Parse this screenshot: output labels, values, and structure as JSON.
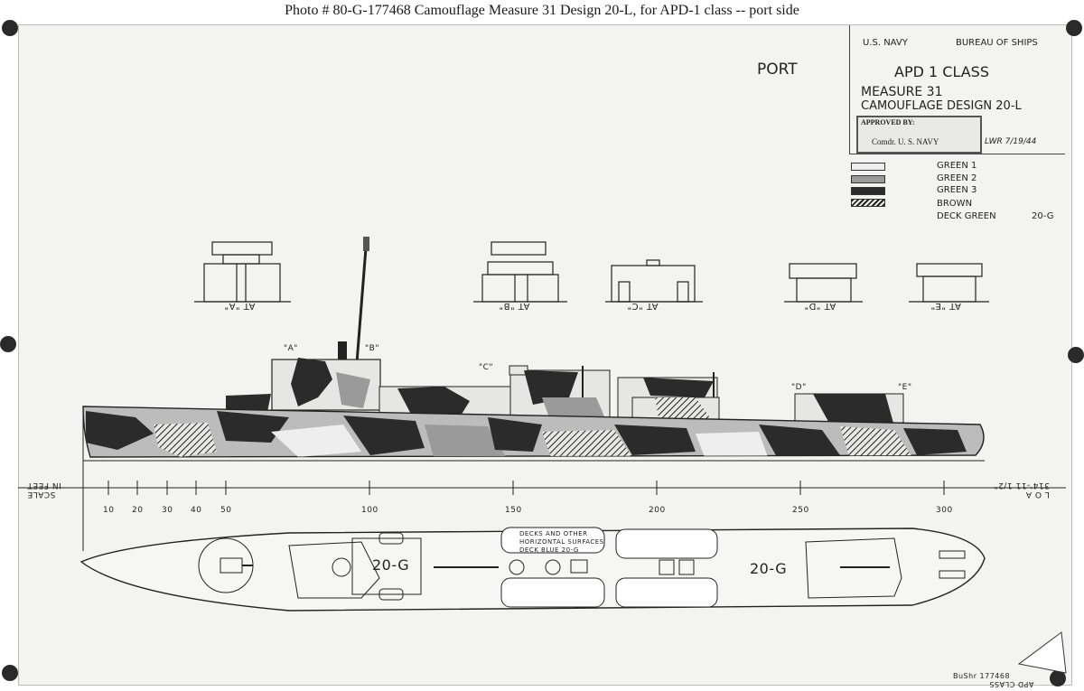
{
  "caption": "Photo # 80-G-177468      Camouflage Measure 31 Design 20-L, for APD-1 class -- port side",
  "side_label": "PORT",
  "title_block": {
    "navy": "U.S. NAVY",
    "bureau": "BUREAU OF SHIPS",
    "class": "APD 1 CLASS",
    "measure": "MEASURE 31",
    "design": "CAMOUFLAGE DESIGN 20-L",
    "approved_by": "APPROVED BY:",
    "approver_org": "Comdr. U. S. NAVY",
    "initials": "LWR 7/19/44"
  },
  "legend": [
    {
      "label": "GREEN 1",
      "fill": "#eeeeee"
    },
    {
      "label": "GREEN 2",
      "fill": "#9a9a9a"
    },
    {
      "label": "GREEN 3",
      "fill": "#2b2b2b"
    },
    {
      "label": "BROWN",
      "fill": "hatch"
    },
    {
      "label": "DECK GREEN",
      "code": "20-G"
    }
  ],
  "section_views": [
    {
      "label": "AT \"A\""
    },
    {
      "label": "AT \"B\""
    },
    {
      "label": "AT \"C\""
    },
    {
      "label": "AT \"D\""
    },
    {
      "label": "AT \"E\""
    }
  ],
  "profile_markers": [
    "\"A\"",
    "\"B\"",
    "\"C\"",
    "\"D\"",
    "\"E\""
  ],
  "scale": {
    "left_label": [
      "SCALE",
      "IN FEET"
    ],
    "right_label": [
      "L O A",
      "314'-11 1/2\""
    ],
    "ticks": [
      "10",
      "20",
      "30",
      "40",
      "50",
      "100",
      "150",
      "200",
      "250",
      "300"
    ]
  },
  "plan_view": {
    "deck_code_1": "20-G",
    "deck_code_2": "20-G",
    "note": [
      "DECKS AND OTHER",
      "HORIZONTAL SURFACES",
      "DECK BLUE 20-G"
    ]
  },
  "footer": {
    "bubr": "BuShr 177468",
    "class_tag": "APD CLASS"
  }
}
